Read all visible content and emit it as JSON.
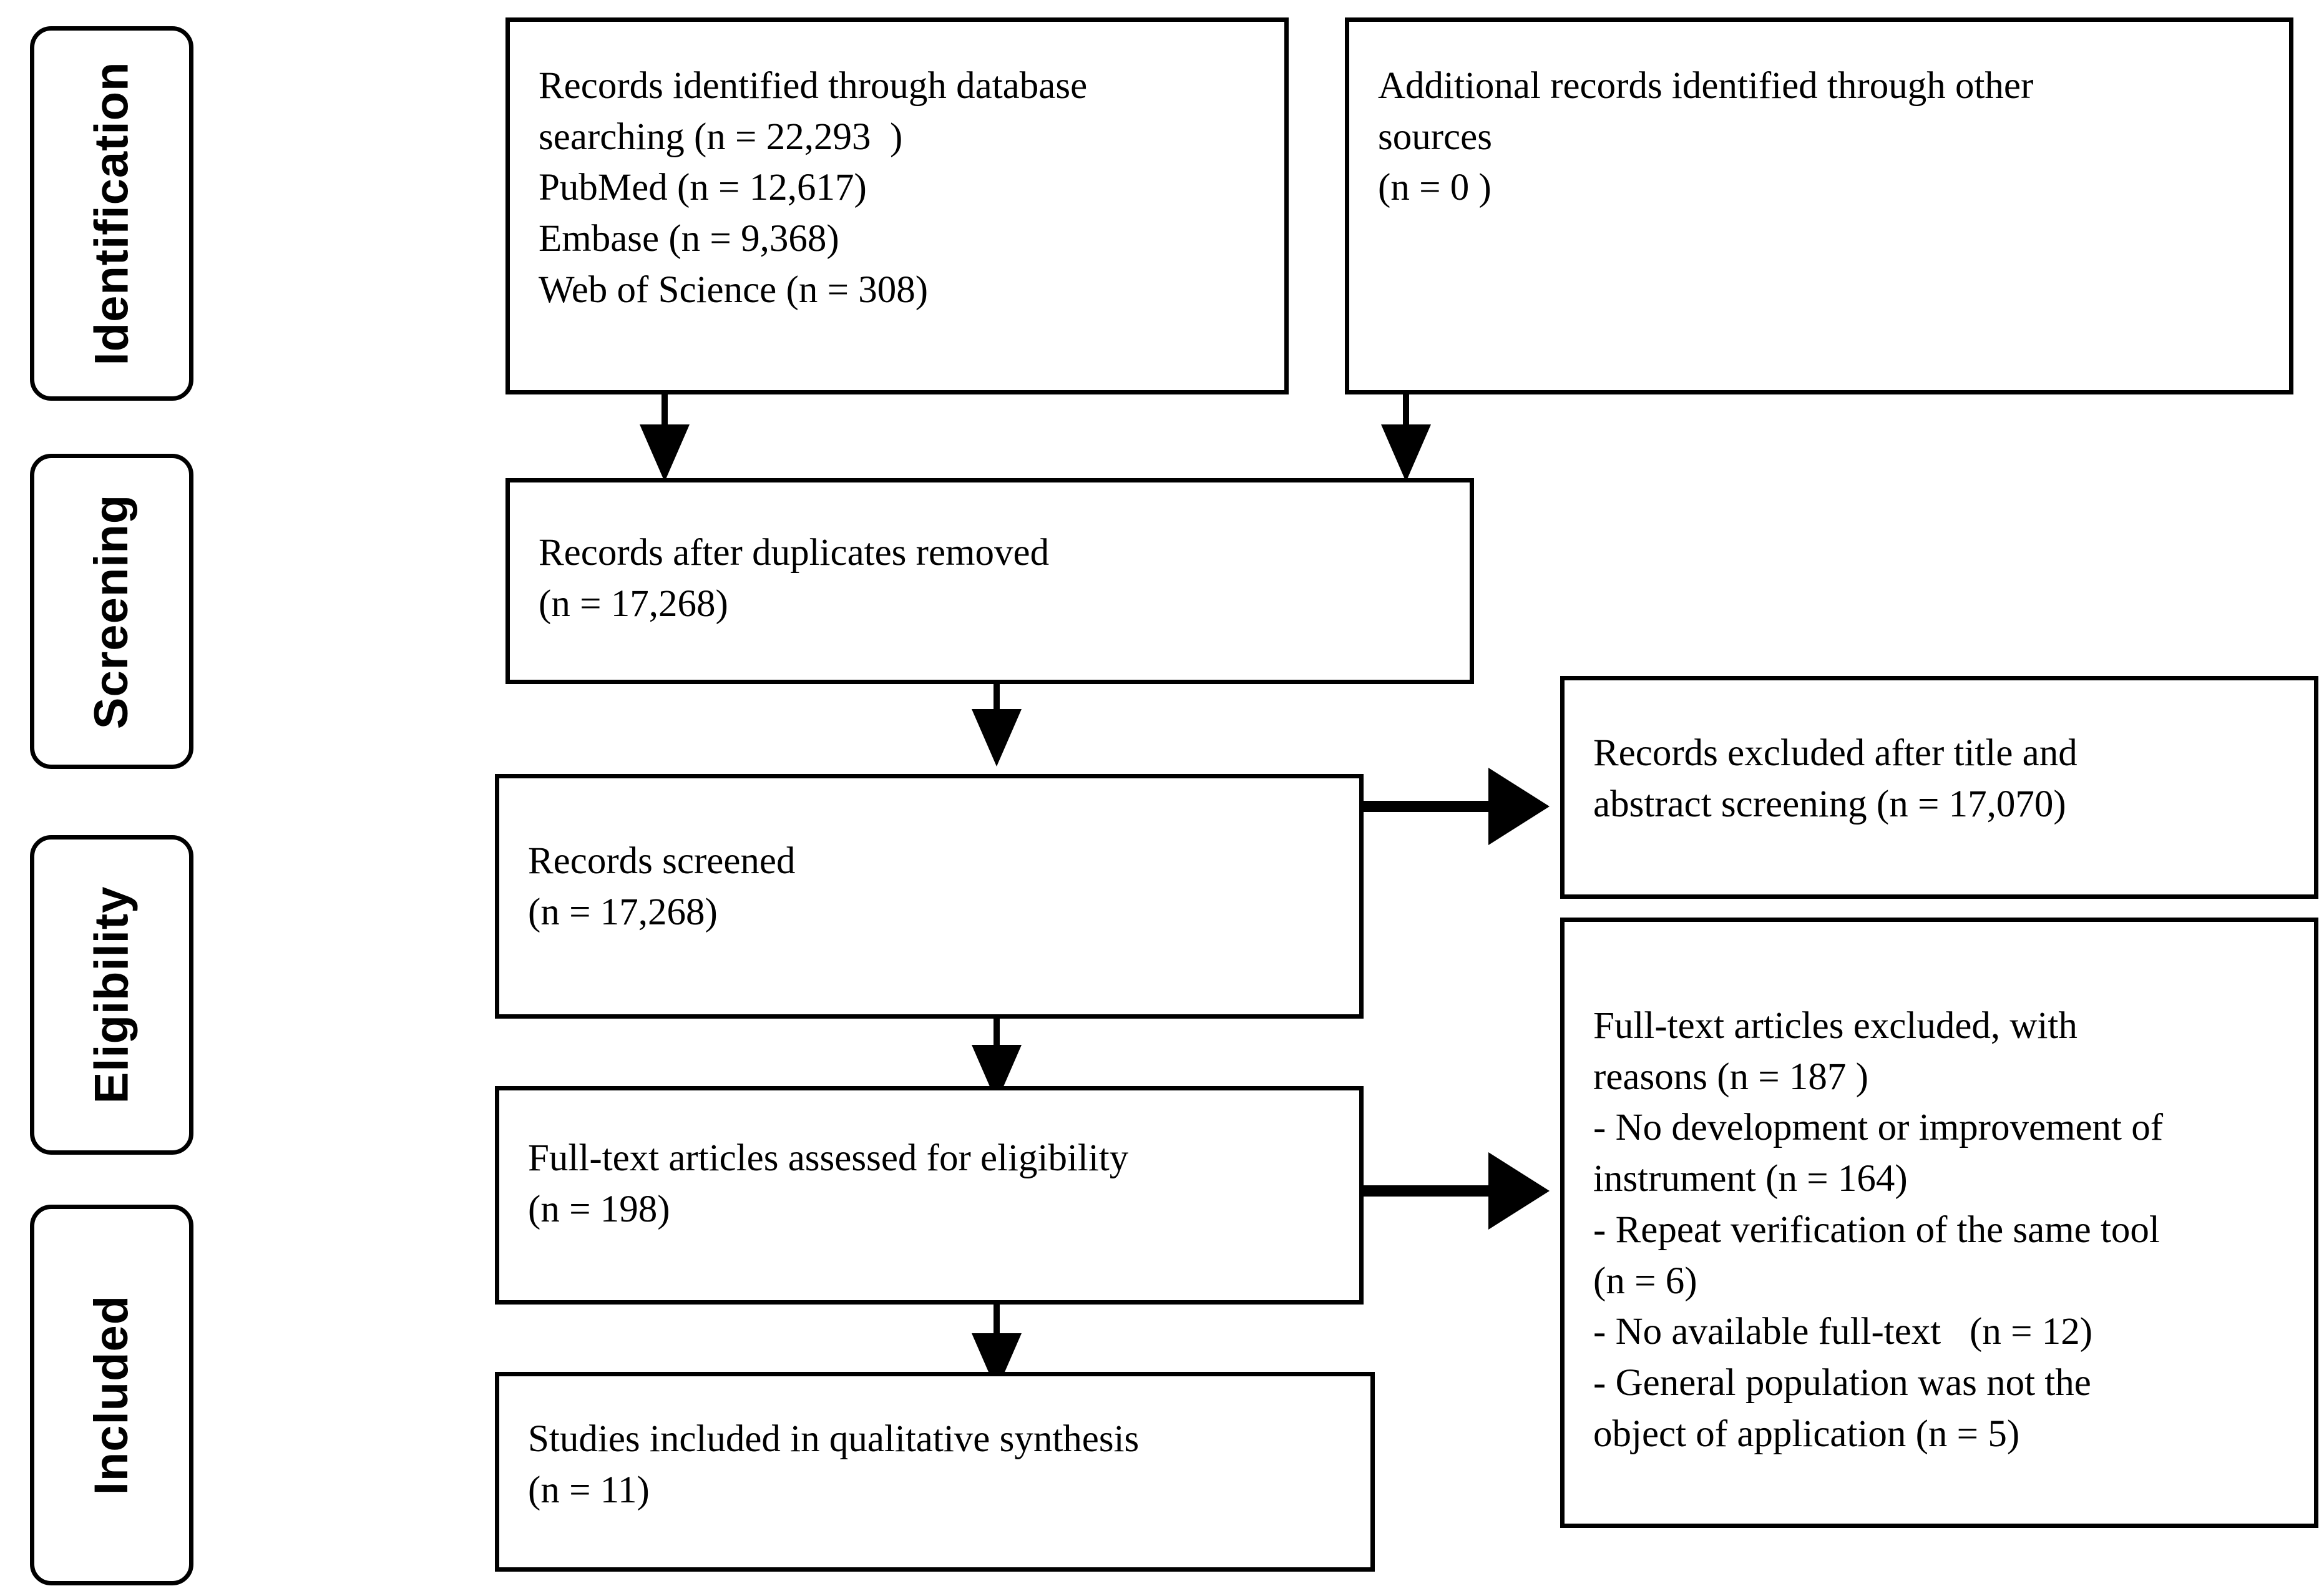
{
  "diagram": {
    "type": "prisma-flow-diagram",
    "stages": [
      {
        "label": "Identification"
      },
      {
        "label": "Screening"
      },
      {
        "label": "Eligibility"
      },
      {
        "label": "Included"
      }
    ],
    "boxes": {
      "database_search": {
        "lines": [
          "Records identified through database",
          "searching (n = 22,293  )",
          "PubMed (n = 12,617)",
          "Embase (n = 9,368)",
          "Web of Science (n = 308)"
        ]
      },
      "other_sources": {
        "lines": [
          "Additional records identified through other",
          "sources",
          "(n = 0 )"
        ]
      },
      "duplicates_removed": {
        "lines": [
          "Records after duplicates removed",
          "(n = 17,268)"
        ]
      },
      "records_screened": {
        "lines": [
          "Records screened",
          "(n = 17,268)"
        ]
      },
      "records_excluded": {
        "lines": [
          "Records excluded after title and",
          "abstract screening (n = 17,070)"
        ]
      },
      "fulltext_assessed": {
        "lines": [
          "Full-text articles assessed for eligibility",
          "(n = 198)"
        ]
      },
      "fulltext_excluded": {
        "lines": [
          "Full-text articles excluded, with",
          "reasons (n = 187 )",
          "- No development or improvement of",
          "instrument (n = 164)",
          "- Repeat verification of the same tool",
          "(n = 6)",
          "- No available full-text   (n = 12)",
          "- General population was not the",
          "object of application (n = 5)"
        ]
      },
      "studies_included": {
        "lines": [
          "Studies included in qualitative synthesis",
          "(n = 11)"
        ]
      }
    },
    "counts": {
      "database_total": "22,293",
      "pubmed": "12,617",
      "embase": "9,368",
      "web_of_science": "308",
      "other_sources": "0",
      "after_duplicates": "17,268",
      "screened": "17,268",
      "excluded_title_abstract": "17,070",
      "fulltext_assessed": "198",
      "fulltext_excluded": "187",
      "reason_no_development": "164",
      "reason_repeat_verification": "6",
      "reason_no_fulltext": "12",
      "reason_general_population": "5",
      "included": "11"
    },
    "colors": {
      "stroke": "#000000",
      "background": "#ffffff",
      "text": "#000000"
    }
  }
}
